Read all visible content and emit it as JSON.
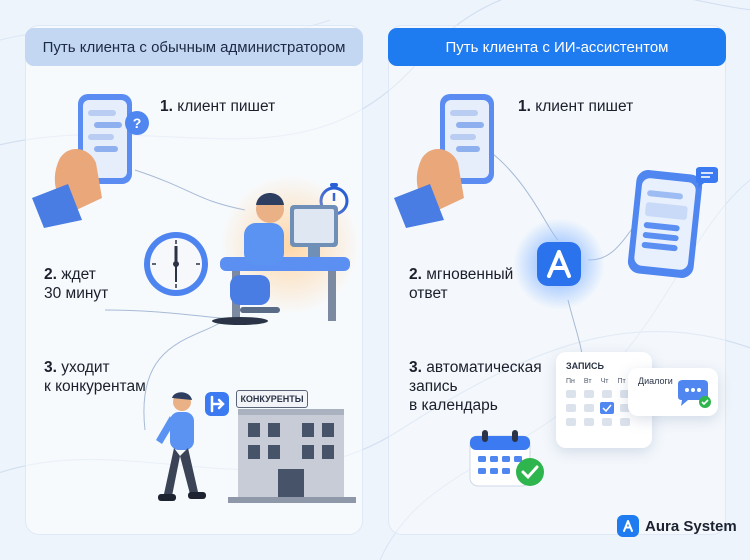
{
  "left_panel": {
    "tab_title": "Путь клиента с обычным администратором",
    "steps": [
      {
        "num": "1.",
        "text": "клиент пишет"
      },
      {
        "num": "2.",
        "line1": "ждет",
        "line2": "30 минут"
      },
      {
        "num": "3.",
        "line1": "уходит",
        "line2": "к конкурентам"
      }
    ],
    "building_sign": "КОНКУРЕНТЫ"
  },
  "right_panel": {
    "tab_title": "Путь клиента с ИИ-ассистентом",
    "steps": [
      {
        "num": "1.",
        "text": "клиент пишет"
      },
      {
        "num": "2.",
        "line1": "мгновенный",
        "line2": "ответ"
      },
      {
        "num": "3.",
        "line1": "автоматическая",
        "line2": "запись",
        "line3": "в календарь"
      }
    ],
    "calendar_card": {
      "title": "ЗАПИСЬ",
      "days": [
        "Пн",
        "Вт",
        "Чт",
        "Пт"
      ]
    },
    "dialogs_card": {
      "title": "Диалоги"
    }
  },
  "brand": {
    "name": "Aura System"
  },
  "colors": {
    "accent": "#1f7bf0",
    "left_tab": "#c3d6f2",
    "background": "#eef4fb"
  },
  "icons": [
    "question-icon",
    "stopwatch-icon",
    "clock-icon",
    "exit-icon",
    "ai-logo-icon",
    "chat-bubble-icon",
    "checkmark-icon",
    "calendar-icon"
  ]
}
